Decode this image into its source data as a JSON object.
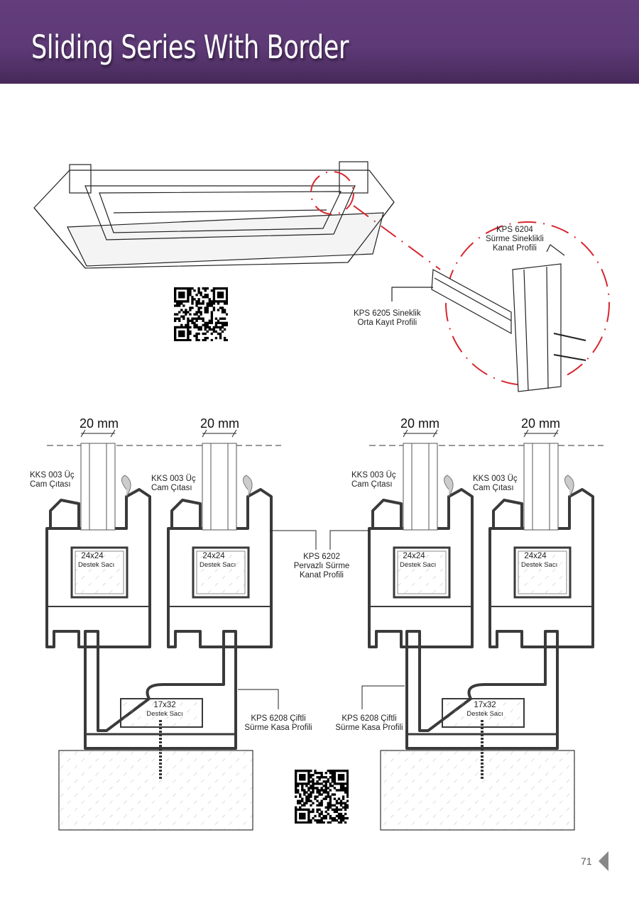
{
  "header": {
    "title": "Sliding Series With Border"
  },
  "detail": {
    "kps6204": [
      "KPS 6204",
      "Sürme Sineklikli",
      "Kanat Profili"
    ],
    "kps6205": [
      "KPS 6205 Sineklik",
      "Orta Kayıt Profili"
    ]
  },
  "section": {
    "dimension": "20 mm",
    "cam_citasi": [
      "KKS 003 Üç",
      "Cam Çıtası"
    ],
    "destek_24": [
      "24x24",
      "Destek Sacı"
    ],
    "kps6202": [
      "KPS 6202",
      "Pervazlı Sürme",
      "Kanat Profili"
    ],
    "destek_17": [
      "17x32",
      "Destek Sacı"
    ],
    "kps6208": [
      "KPS 6208 Çiftli",
      "Sürme Kasa Profili"
    ]
  },
  "colors": {
    "header": "#633d7c",
    "accent_red": "#d7262e",
    "profile": "#3a3a3a"
  },
  "footer": {
    "page_number": "71"
  }
}
